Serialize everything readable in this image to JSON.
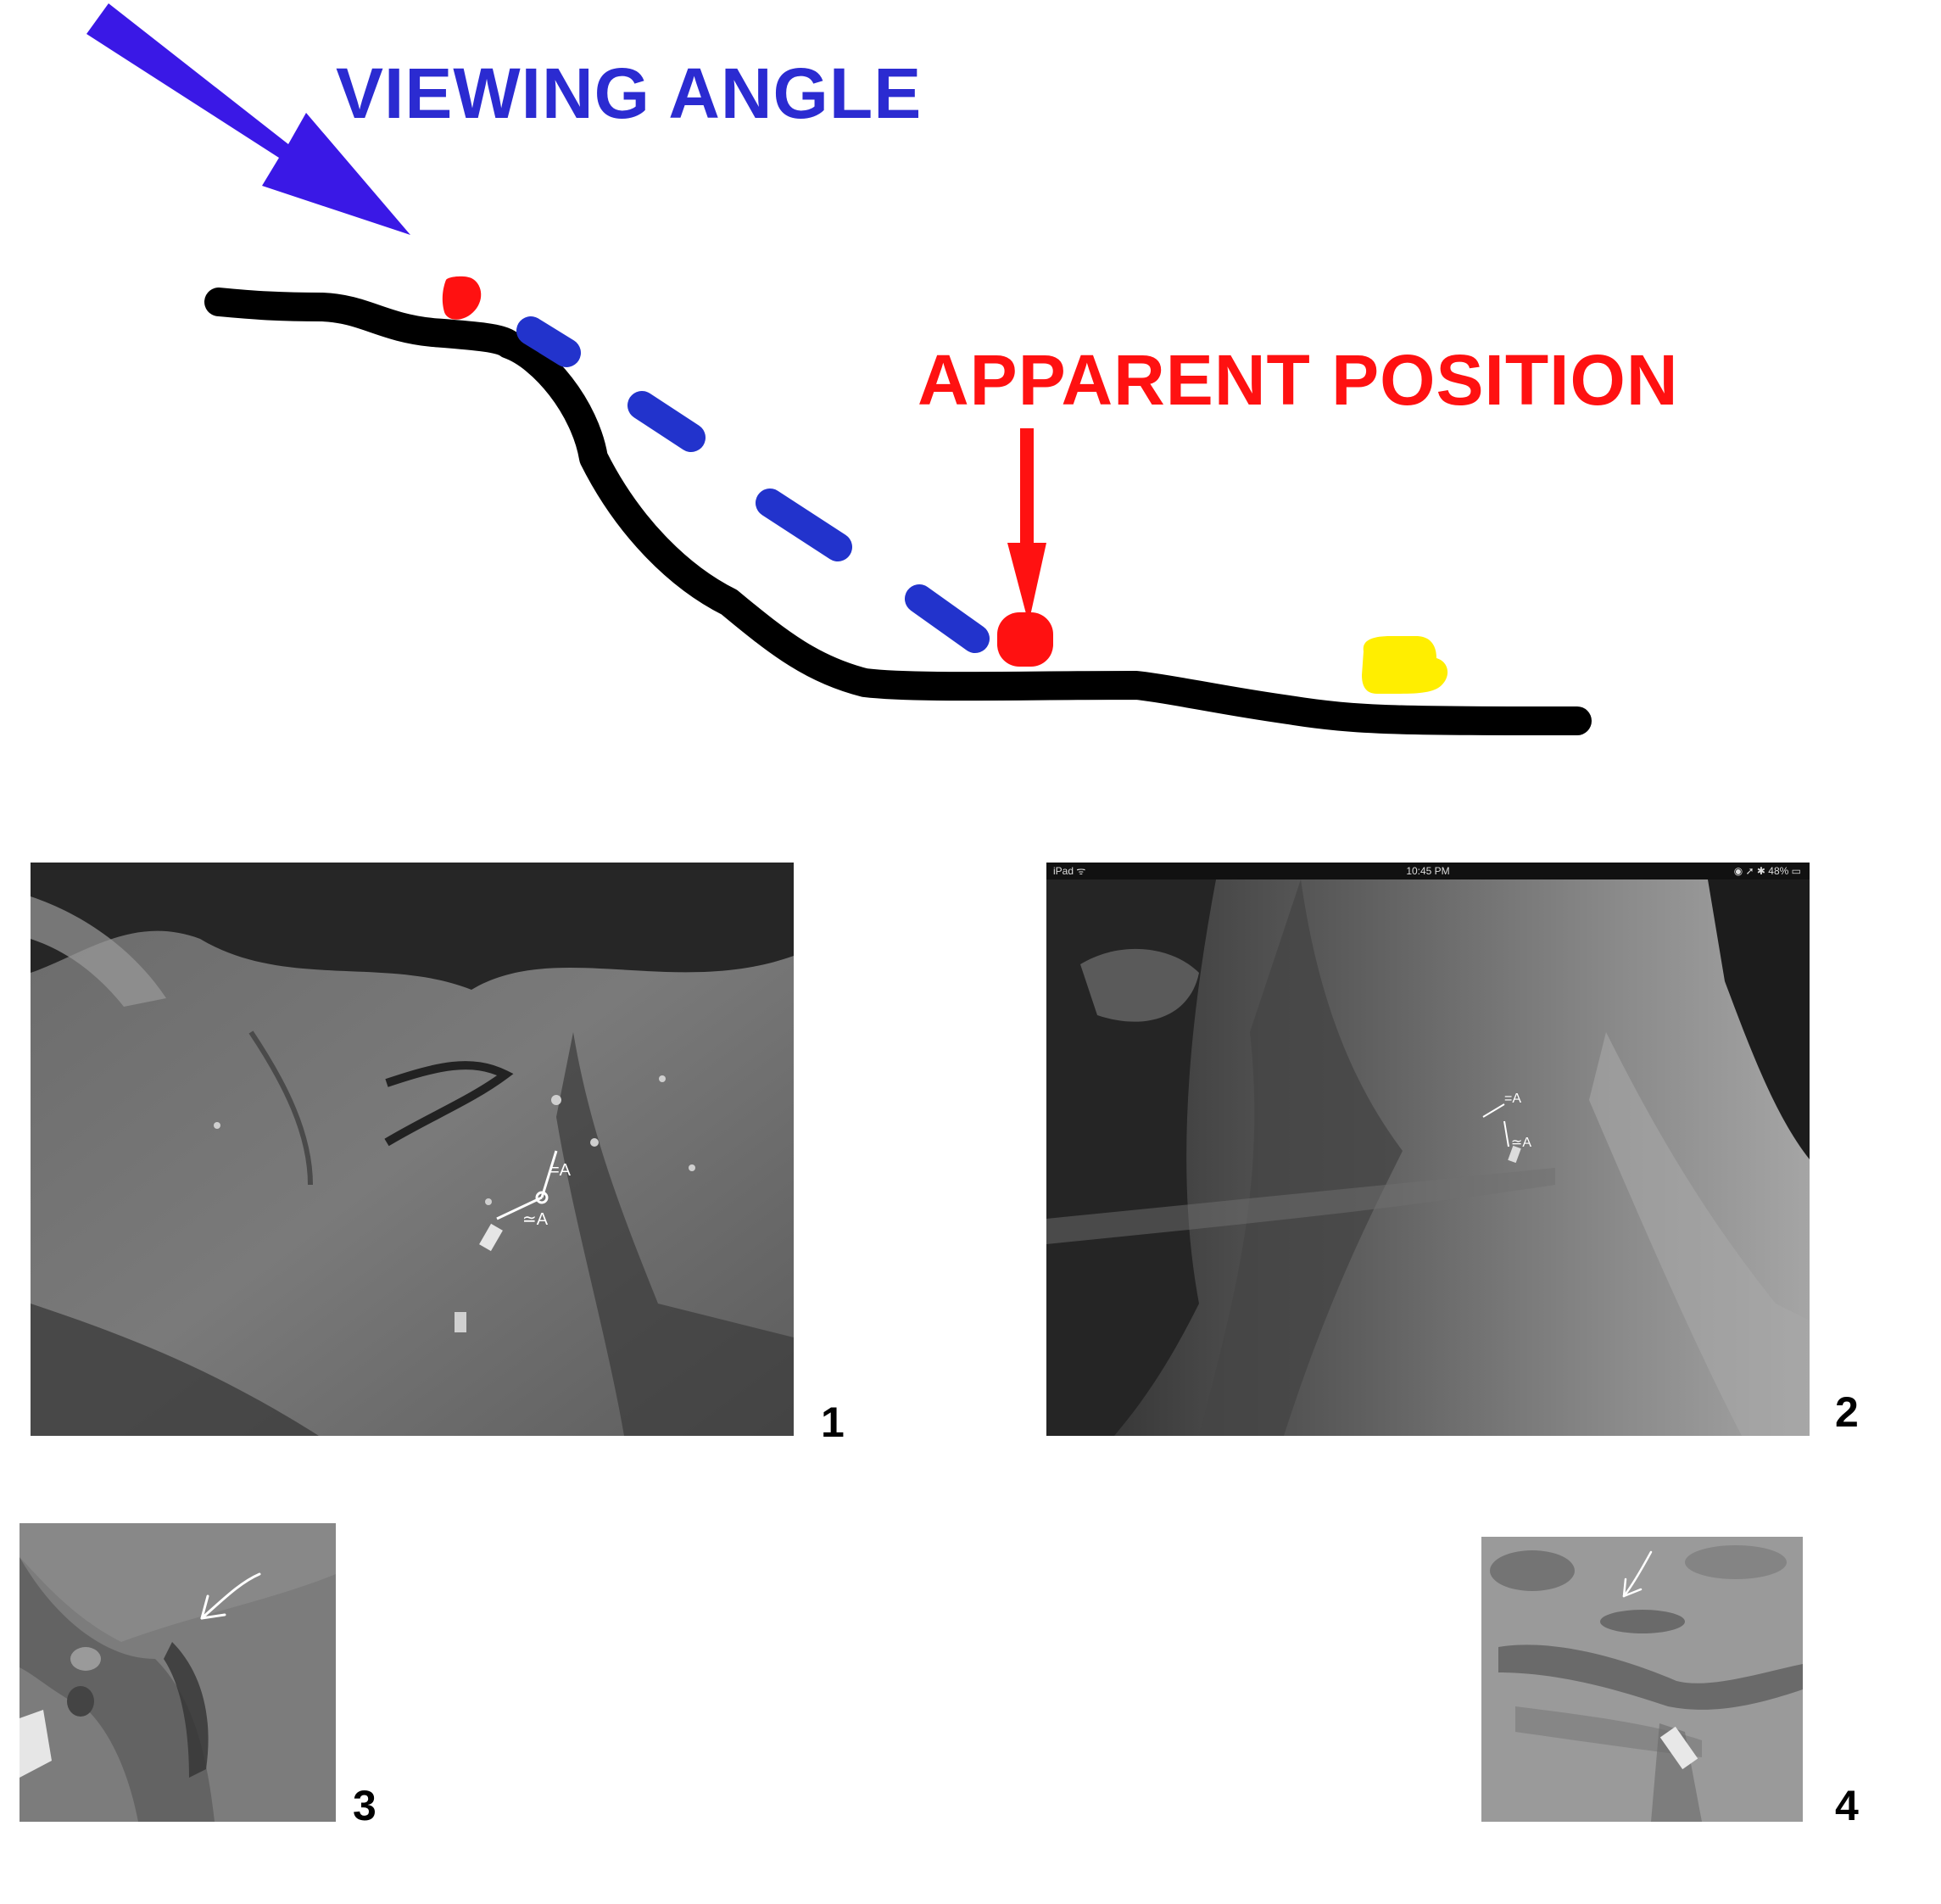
{
  "diagram": {
    "viewing_angle_label": "VIEWING ANGLE",
    "apparent_position_label": "APPARENT POSITION",
    "colors": {
      "viewing_arrow": "#3a18e6",
      "viewing_label": "#2b2bd1",
      "apparent_label": "#ff1111",
      "apparent_arrow": "#ff1111",
      "terrain": "#000000",
      "trajectory_dashes": "#2233cc",
      "red_object": "#ff1111",
      "yellow_object": "#ffee00"
    }
  },
  "photos": [
    {
      "number": "1",
      "annotations": [
        "=A",
        "≃A"
      ]
    },
    {
      "number": "2",
      "status_bar": {
        "left": "iPad ᯤ",
        "center": "10:45 PM",
        "right": "◉ ➚ ✱ 48% ▭"
      },
      "annotations": [
        "=A",
        "≃A"
      ]
    },
    {
      "number": "3"
    },
    {
      "number": "4"
    }
  ]
}
